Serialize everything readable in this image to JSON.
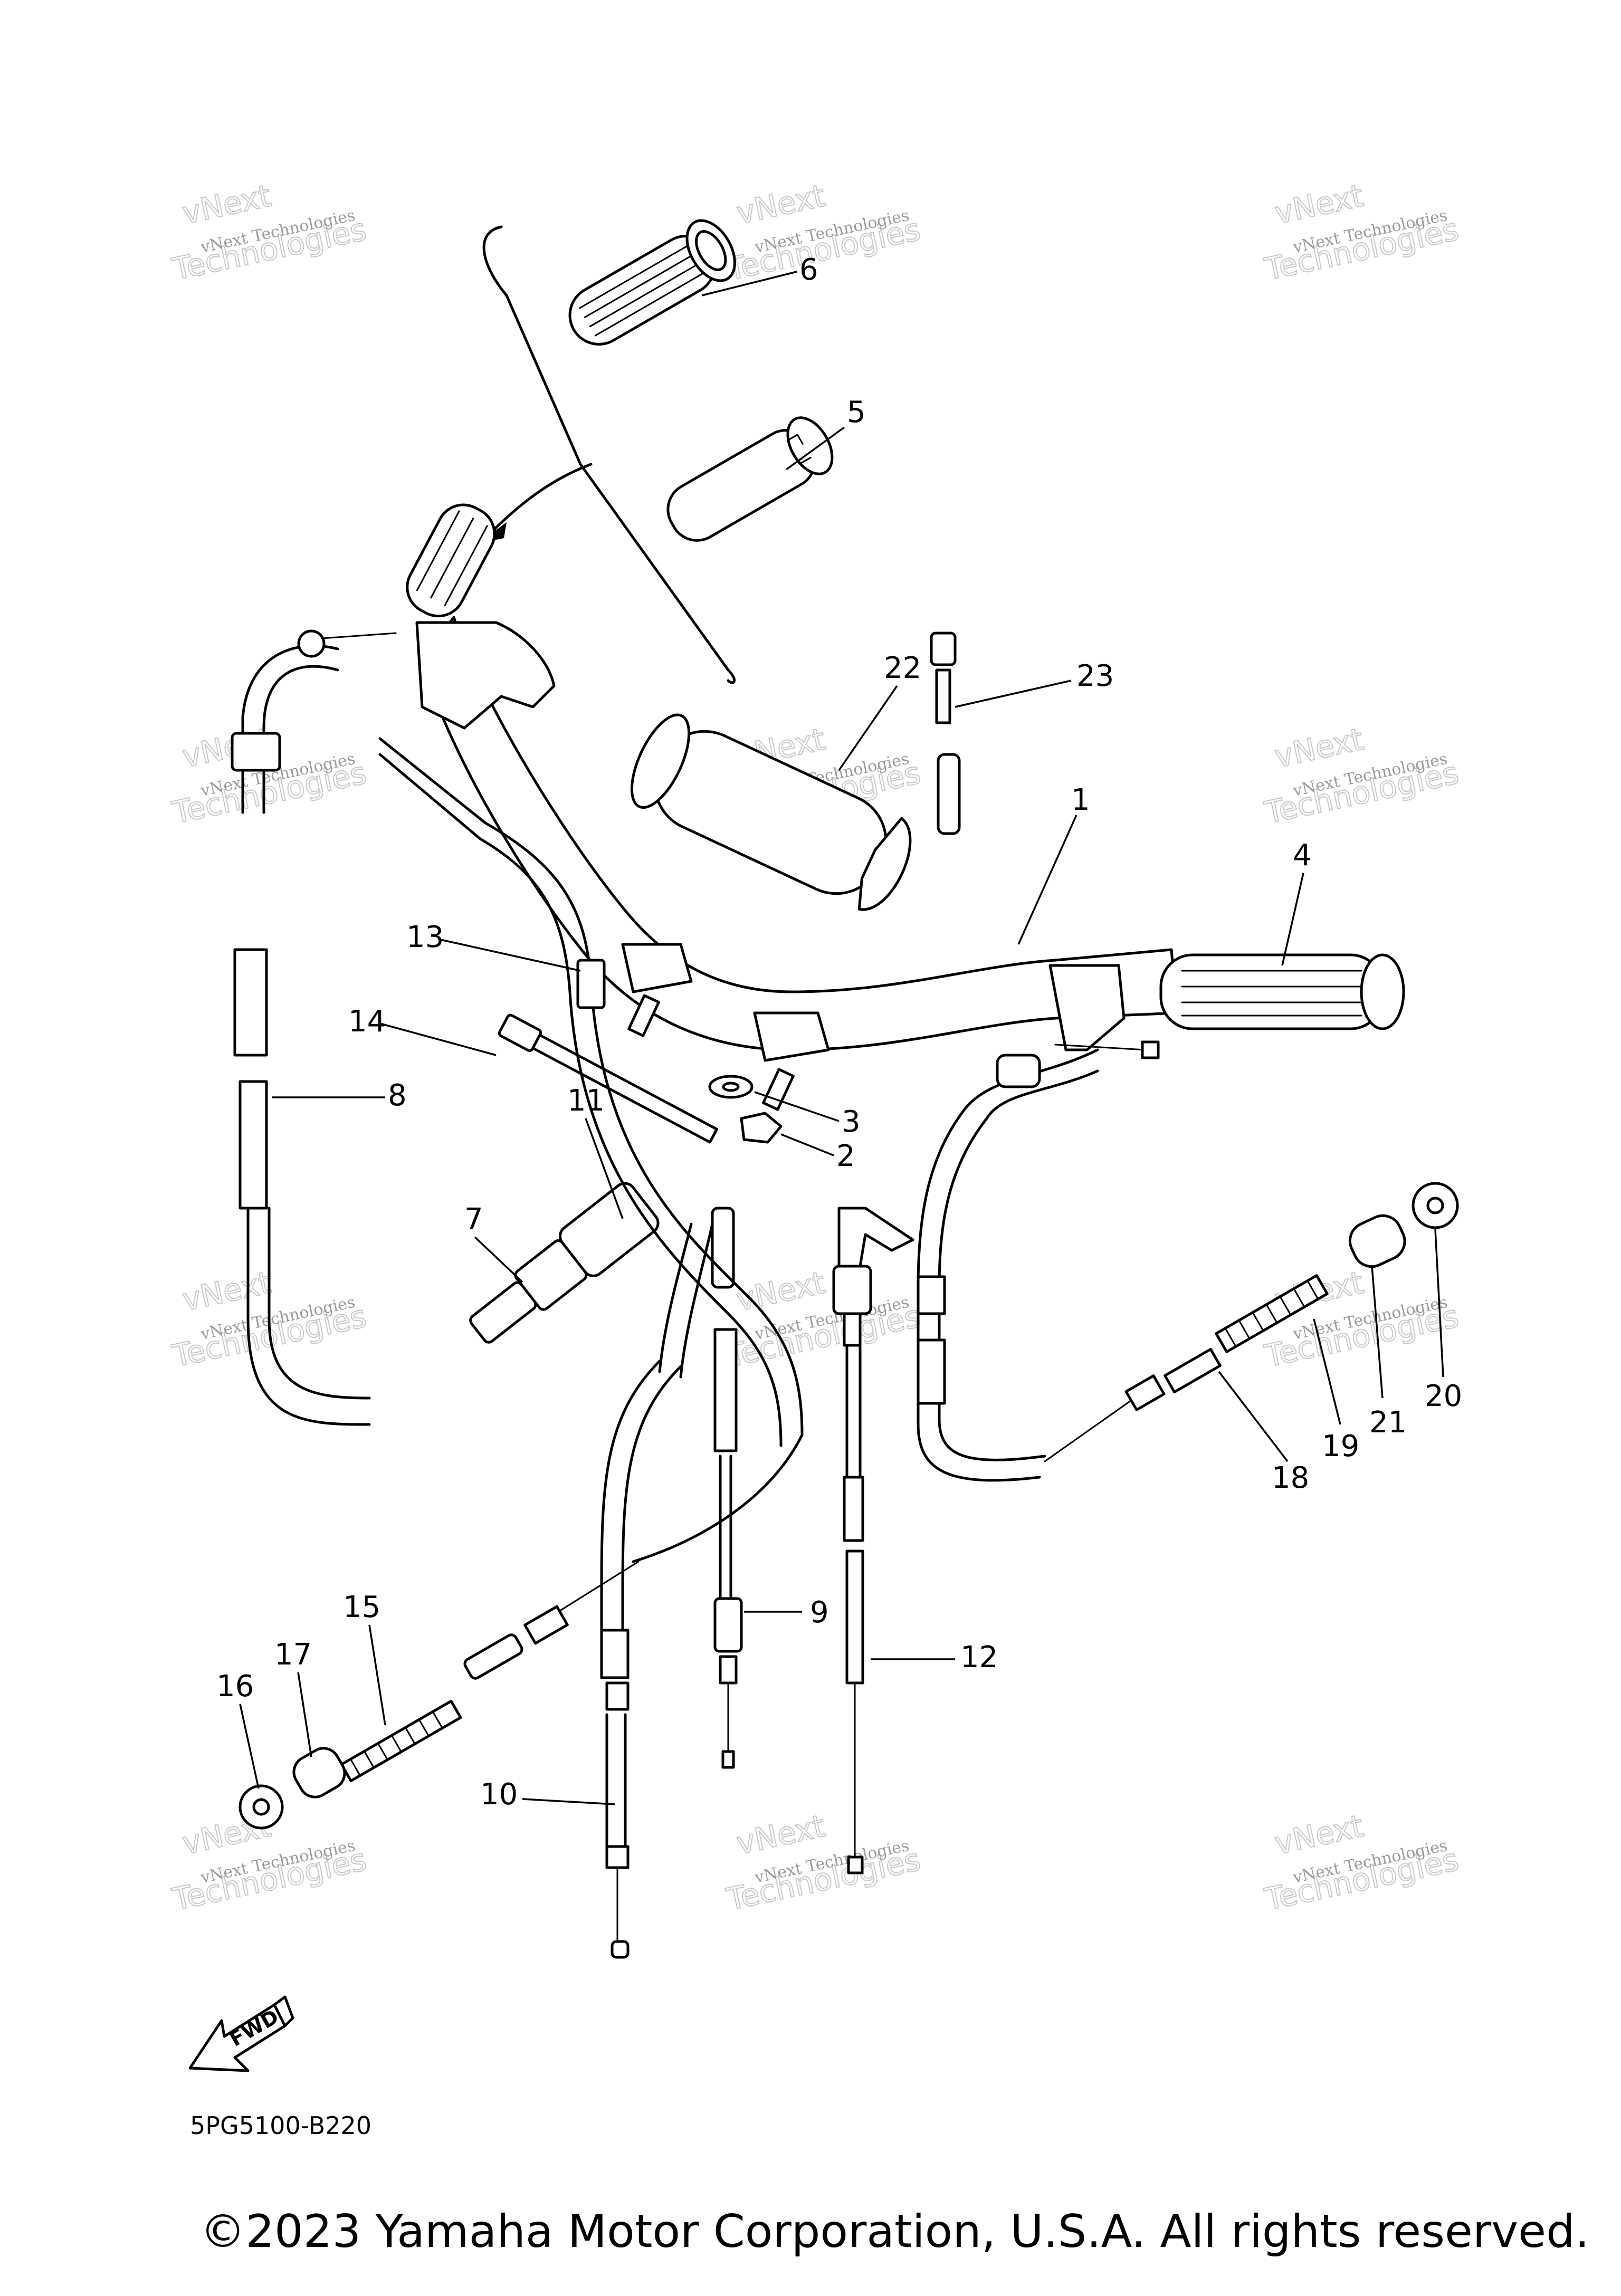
{
  "diagram_code": "5PG5100-B220",
  "copyright": "©2023 Yamaha Motor Corporation, U.S.A. All rights reserved.",
  "fwd_label": "FWD",
  "watermark": {
    "line1": "vNext Technologies",
    "line2": "vNext",
    "line3": "Technologies"
  },
  "callouts": [
    "1",
    "2",
    "3",
    "4",
    "5",
    "6",
    "7",
    "8",
    "9",
    "10",
    "11",
    "12",
    "13",
    "14",
    "15",
    "16",
    "17",
    "18",
    "19",
    "20",
    "21",
    "22",
    "23"
  ]
}
